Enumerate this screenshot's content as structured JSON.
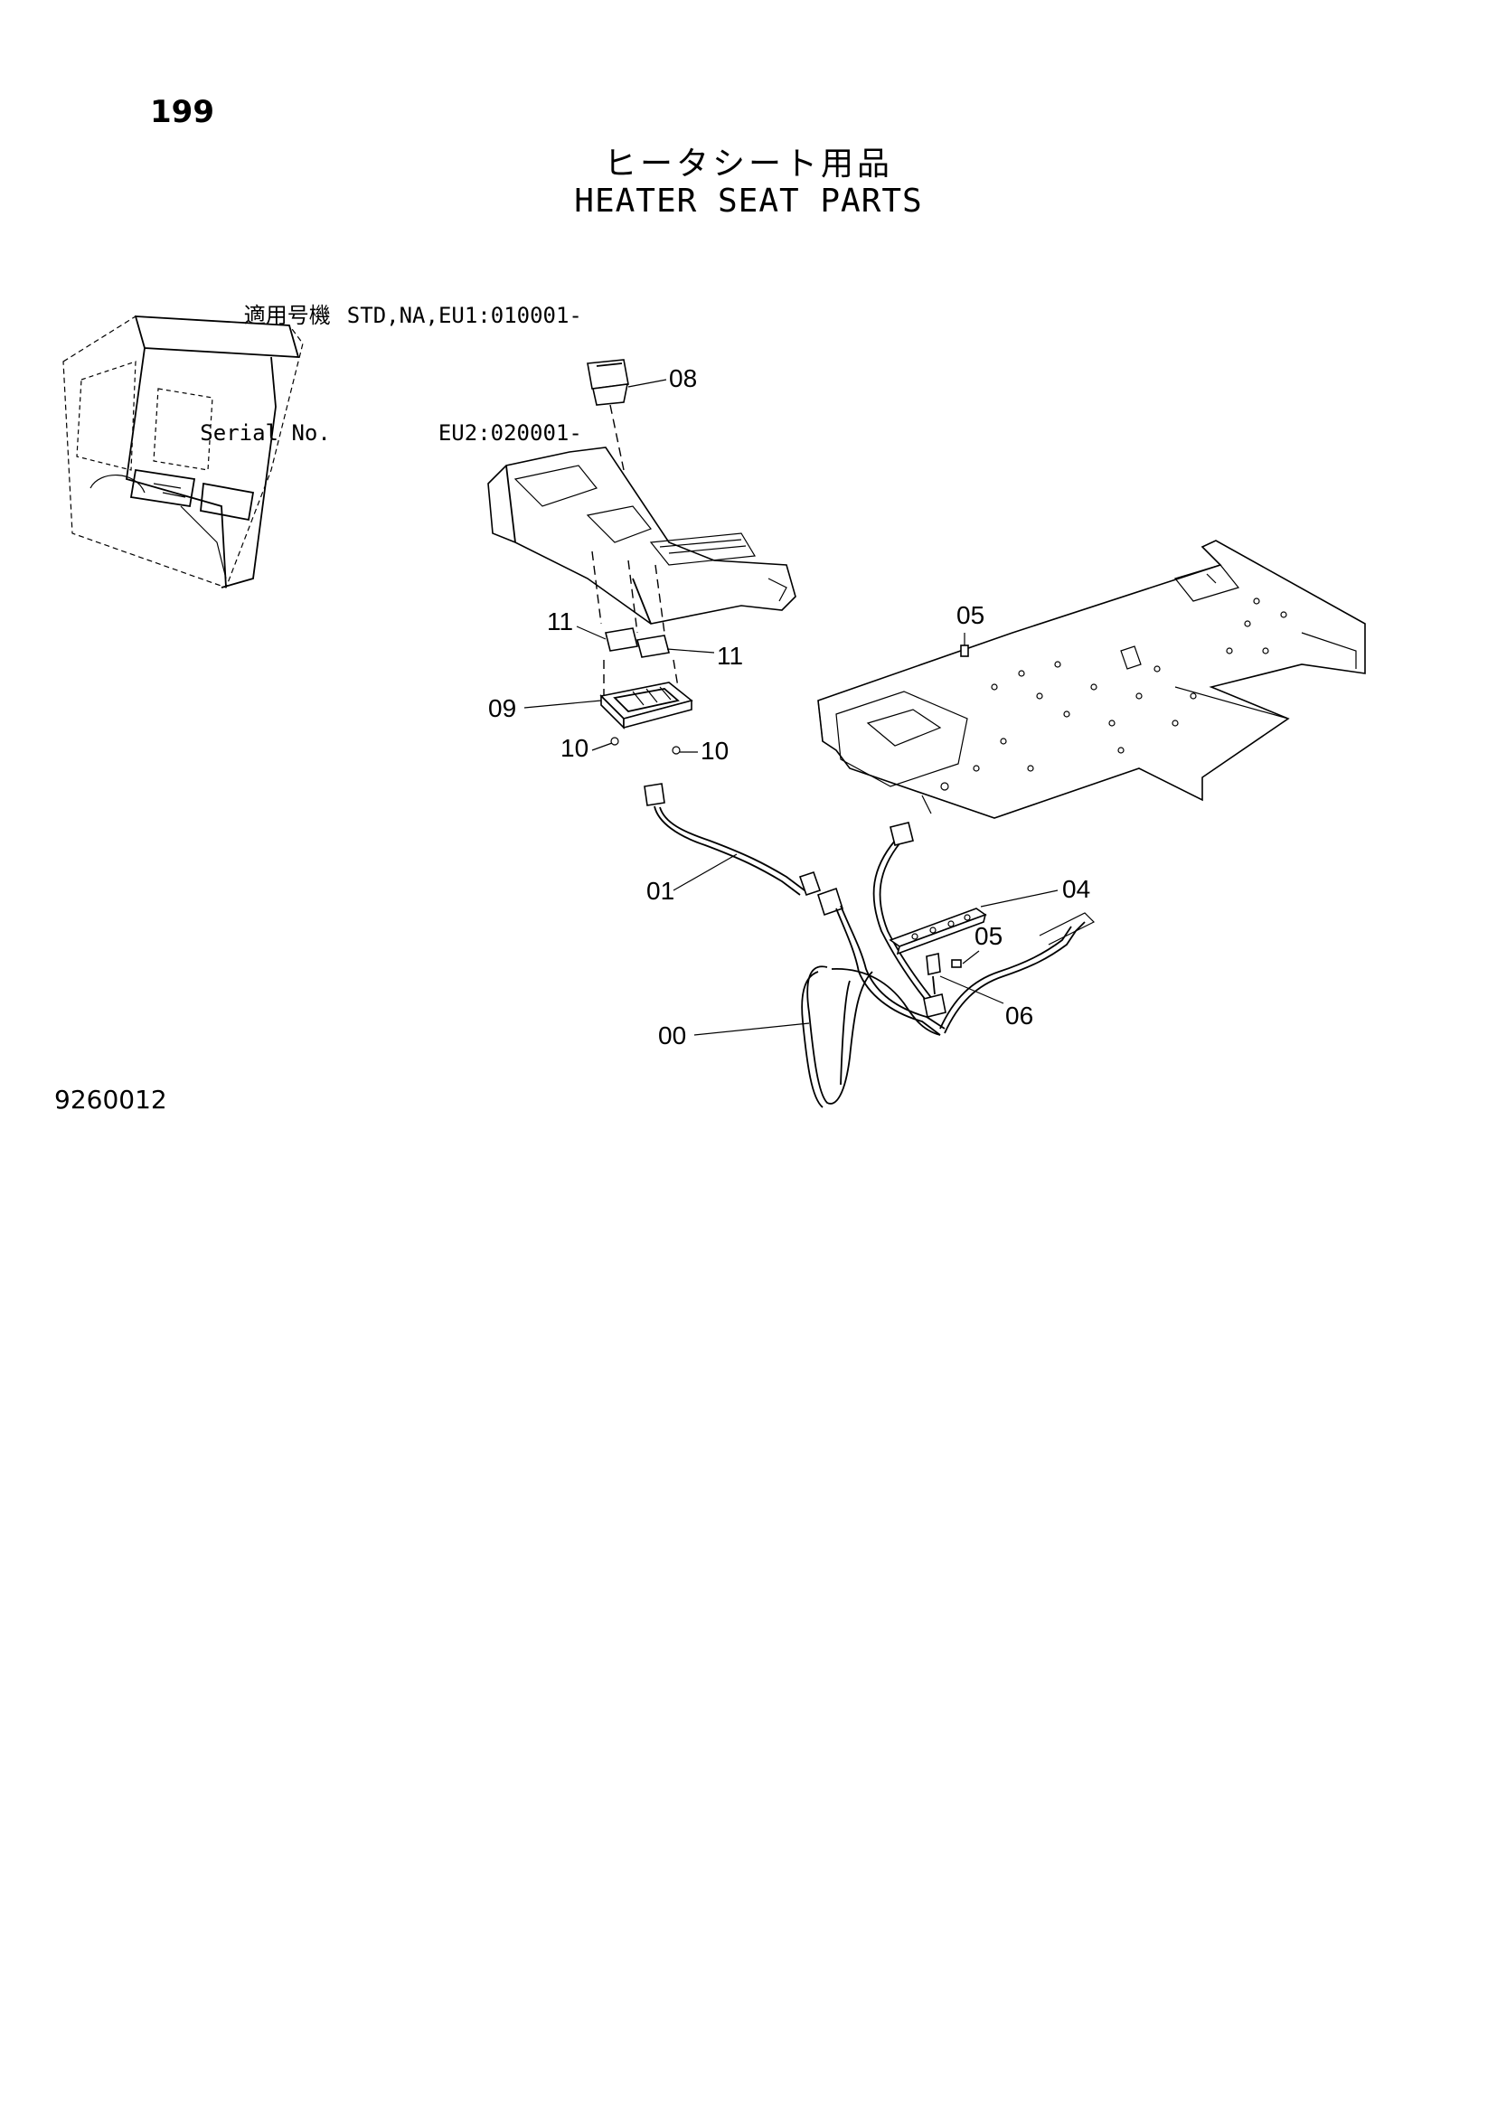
{
  "header": {
    "page_number": "199",
    "title_ja": "ヒータシート用品",
    "title_en": "HEATER SEAT PARTS",
    "applicability_label_ja": "適用号機",
    "applicability_value_1": "STD,NA,EU1:010001-",
    "serial_label": "Serial No.",
    "applicability_value_2": "EU2:020001-"
  },
  "callouts": {
    "c08": "08",
    "c05_top": "05",
    "c11_left": "11",
    "c11_right": "11",
    "c09": "09",
    "c10_left": "10",
    "c10_right": "10",
    "c01": "01",
    "c04": "04",
    "c05_bottom": "05",
    "c06": "06",
    "c00": "00"
  },
  "footer": {
    "figure_code": "9260012"
  }
}
